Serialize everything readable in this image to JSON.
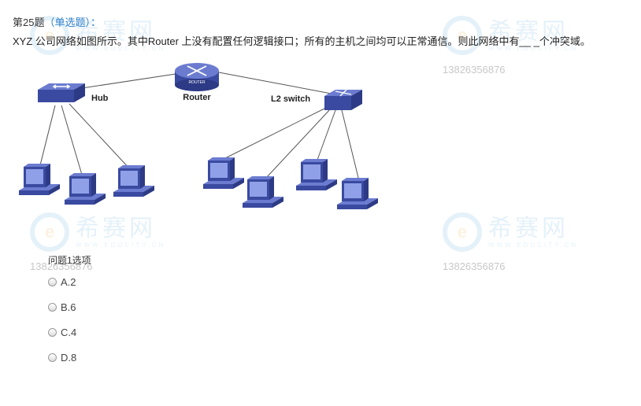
{
  "question": {
    "number_label": "第25题",
    "type_paren_open": "（",
    "type_label": "单选题",
    "type_paren_close": "）：",
    "text": "XYZ 公司网络如图所示。其中Router 上没有配置任何逻辑接口；所有的主机之间均可以正常通信。则此网络中有__ _个冲突域。"
  },
  "diagram": {
    "hub_label": "Hub",
    "router_label": "Router",
    "router_badge": "ROUTER",
    "switch_label": "L2 switch",
    "colors": {
      "device": "#3a4aa0",
      "device_light": "#6b7cd0",
      "screen": "#8fa0e8",
      "line": "#555555"
    }
  },
  "subquestion_label": "问题1选项",
  "options": [
    {
      "label": "A.2"
    },
    {
      "label": "B.6"
    },
    {
      "label": "C.4"
    },
    {
      "label": "D.8"
    }
  ],
  "watermark": {
    "logo_char": "e",
    "brand": "希赛网",
    "url": "WWW.EDUCITY.CN",
    "phone": "13826356876"
  }
}
